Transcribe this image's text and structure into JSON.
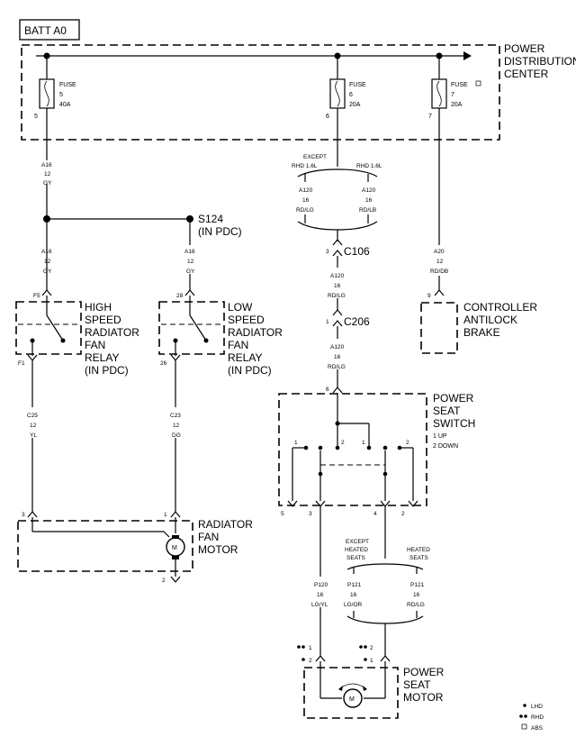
{
  "batt_label": "BATT A0",
  "pdc": {
    "line1": "POWER",
    "line2": "DISTRIBUTION",
    "line3": "CENTER"
  },
  "fuses": [
    {
      "word": "FUSE",
      "number": "5",
      "rating": "40A",
      "cavity": "5"
    },
    {
      "word": "FUSE",
      "number": "6",
      "rating": "20A",
      "cavity": "6"
    },
    {
      "word": "FUSE",
      "number": "7",
      "rating": "20A",
      "cavity": "7"
    }
  ],
  "wires": {
    "a16_upper": {
      "code": "A16",
      "gauge": "12",
      "color": "GY"
    },
    "a16_left": {
      "code": "A16",
      "gauge": "12",
      "color": "GY"
    },
    "a16_right": {
      "code": "A16",
      "gauge": "12",
      "color": "GY"
    },
    "a120_left": {
      "code": "A120",
      "gauge": "16",
      "color": "RD/LG"
    },
    "a120_right": {
      "code": "A120",
      "gauge": "16",
      "color": "RD/LB"
    },
    "a120_mid1": {
      "code": "A120",
      "gauge": "16",
      "color": "RD/LG"
    },
    "a120_mid2": {
      "code": "A120",
      "gauge": "16",
      "color": "RD/LG"
    },
    "a20": {
      "code": "A20",
      "gauge": "12",
      "color": "RD/DB"
    },
    "c25": {
      "code": "C25",
      "gauge": "12",
      "color": "YL"
    },
    "c23": {
      "code": "C23",
      "gauge": "12",
      "color": "DG"
    },
    "p120": {
      "code": "P120",
      "gauge": "16",
      "color": "LG/YL"
    },
    "p121_left": {
      "code": "P121",
      "gauge": "16",
      "color": "LG/OR"
    },
    "p121_right": {
      "code": "P121",
      "gauge": "16",
      "color": "RD/LG"
    }
  },
  "options": {
    "except_rhd_1": "EXCEPT",
    "except_rhd_2": "RHD 1.6L",
    "rhd": "RHD 1.6L",
    "except_heated_1": "EXCEPT",
    "except_heated_2": "HEATED",
    "except_heated_3": "SEATS",
    "heated_1": "HEATED",
    "heated_2": "SEATS"
  },
  "splice": {
    "name": "S124",
    "sub": "(IN PDC)"
  },
  "connectors": {
    "c106": "C106",
    "c106_pin": "3",
    "c206": "C206",
    "c206_pin": "1"
  },
  "high_relay": {
    "lines": [
      "HIGH",
      "SPEED",
      "RADIATOR",
      "FAN",
      "RELAY",
      "(IN PDC)"
    ],
    "pin_top": "F5",
    "pin_bottom": "F1"
  },
  "low_relay": {
    "lines": [
      "LOW",
      "SPEED",
      "RADIATOR",
      "FAN",
      "RELAY",
      "(IN PDC)"
    ],
    "pin_top": "28",
    "pin_bottom": "26"
  },
  "abs": {
    "lines": [
      "CONTROLLER",
      "ANTILOCK",
      "BRAKE"
    ],
    "pin": "9"
  },
  "fan_motor": {
    "lines": [
      "RADIATOR",
      "FAN",
      "MOTOR"
    ],
    "pin_left": "3",
    "pin_right": "1",
    "pin_bottom": "2",
    "symbol": "M"
  },
  "seat_switch": {
    "lines": [
      "POWER",
      "SEAT",
      "SWITCH"
    ],
    "up": "1 UP",
    "down": "2 DOWN",
    "pin_top": "6",
    "pins_bottom": [
      "5",
      "3",
      "4",
      "2"
    ],
    "contacts": [
      "1",
      "2",
      "1",
      "2"
    ]
  },
  "seat_motor": {
    "lines": [
      "POWER",
      "SEAT",
      "MOTOR"
    ],
    "pin_1": "1",
    "pin_2": "2",
    "symbol": "M"
  },
  "legend": {
    "lhd": "LHD",
    "rhd": "RHD",
    "abs": "ABS"
  }
}
